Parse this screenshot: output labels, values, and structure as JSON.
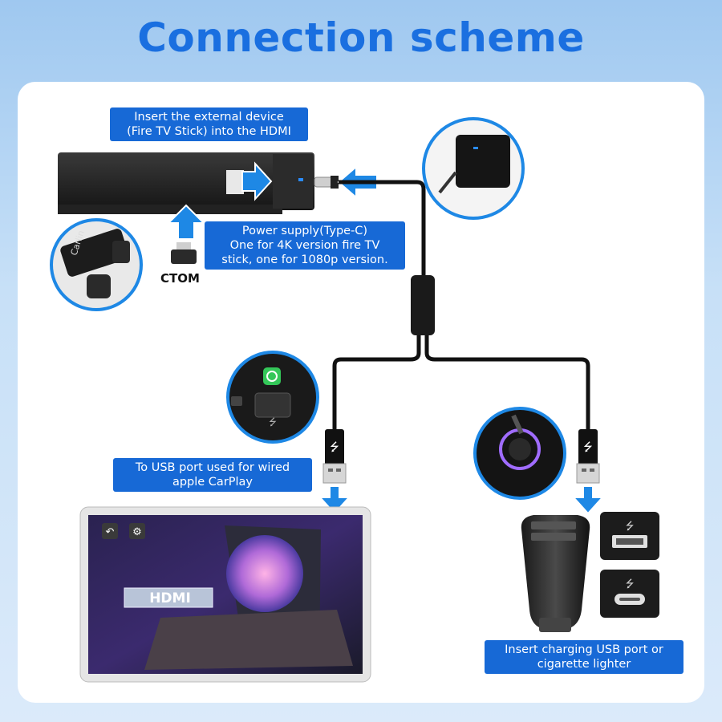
{
  "title": "Connection scheme",
  "labels": {
    "insert_device": "Insert the external device\n(Fire TV Stick) into the HDMI",
    "power_supply": "Power supply(Type-C)\nOne for 4K version fire TV\nstick, one for 1080p version.",
    "usb_port": "To USB port used for wired\napple CarPlay",
    "charging": "Insert charging USB port or\ncigarette lighter",
    "adapter": "CTOM"
  },
  "screen": {
    "hdmi_badge": "HDMI"
  },
  "colors": {
    "title": "#1a6fe0",
    "label_bg": "#1769d6",
    "arrow": "#1e88e5",
    "circle_border": "#1e88e5"
  },
  "icons": [
    "back-icon",
    "gear-icon",
    "usb-icon",
    "carplay-icon"
  ]
}
